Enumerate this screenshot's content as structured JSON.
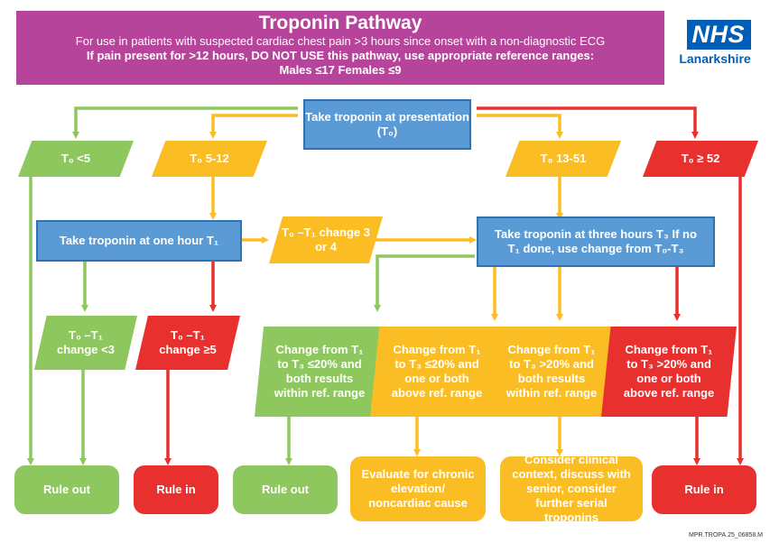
{
  "header": {
    "title": "Troponin Pathway",
    "subtitle": "For use in patients with suspected cardiac chest pain >3 hours since onset with a non-diagnostic ECG",
    "warning1": "If pain present for >12 hours, DO NOT USE this pathway, use appropriate reference ranges:",
    "warning2": "Males ≤17 Females ≤9"
  },
  "logo": {
    "mark": "NHS",
    "org": "Lanarkshire"
  },
  "nodes": {
    "start": "Take troponin at presentation (T₀)",
    "t0_lt5": "T₀ <5",
    "t0_5_12": "T₀ 5-12",
    "t0_13_51": "T₀ 13-51",
    "t0_ge52": "T₀ ≥ 52",
    "t1": "Take troponin at  one hour T₁",
    "t0t1_3or4": "T₀ –T₁ change 3 or 4",
    "t3": "Take troponin at three hours T₃ If no T₁ done, use change from T₀-T₃",
    "t0t1_lt3": "T₀ –T₁ change <3",
    "t0t1_ge5": "T₀ –T₁ change ≥5",
    "c1": "Change from T₁ to T₃ ≤20% and both results within ref. range",
    "c2": "Change from T₁ to T₃ ≤20% and one or both above ref. range",
    "c3": "Change from T₁ to T₃ >20% and both results within ref. range",
    "c4": "Change from T₁ to T₃ >20% and one or both above ref. range",
    "rule_out_1": "Rule out",
    "rule_in_1": "Rule in",
    "rule_out_2": "Rule out",
    "evaluate": "Evaluate for chronic elevation/ noncardiac cause",
    "consider": "Consider clinical context, discuss with senior, consider further serial troponins",
    "rule_in_2": "Rule in"
  },
  "footer": "MPR.TROPA.25_06858.M",
  "colors": {
    "green": "#8dc75e",
    "orange": "#fbbd24",
    "red": "#e8312f",
    "blue": "#5b9bd5",
    "header": "#b5449a",
    "nhs": "#005eb8"
  }
}
